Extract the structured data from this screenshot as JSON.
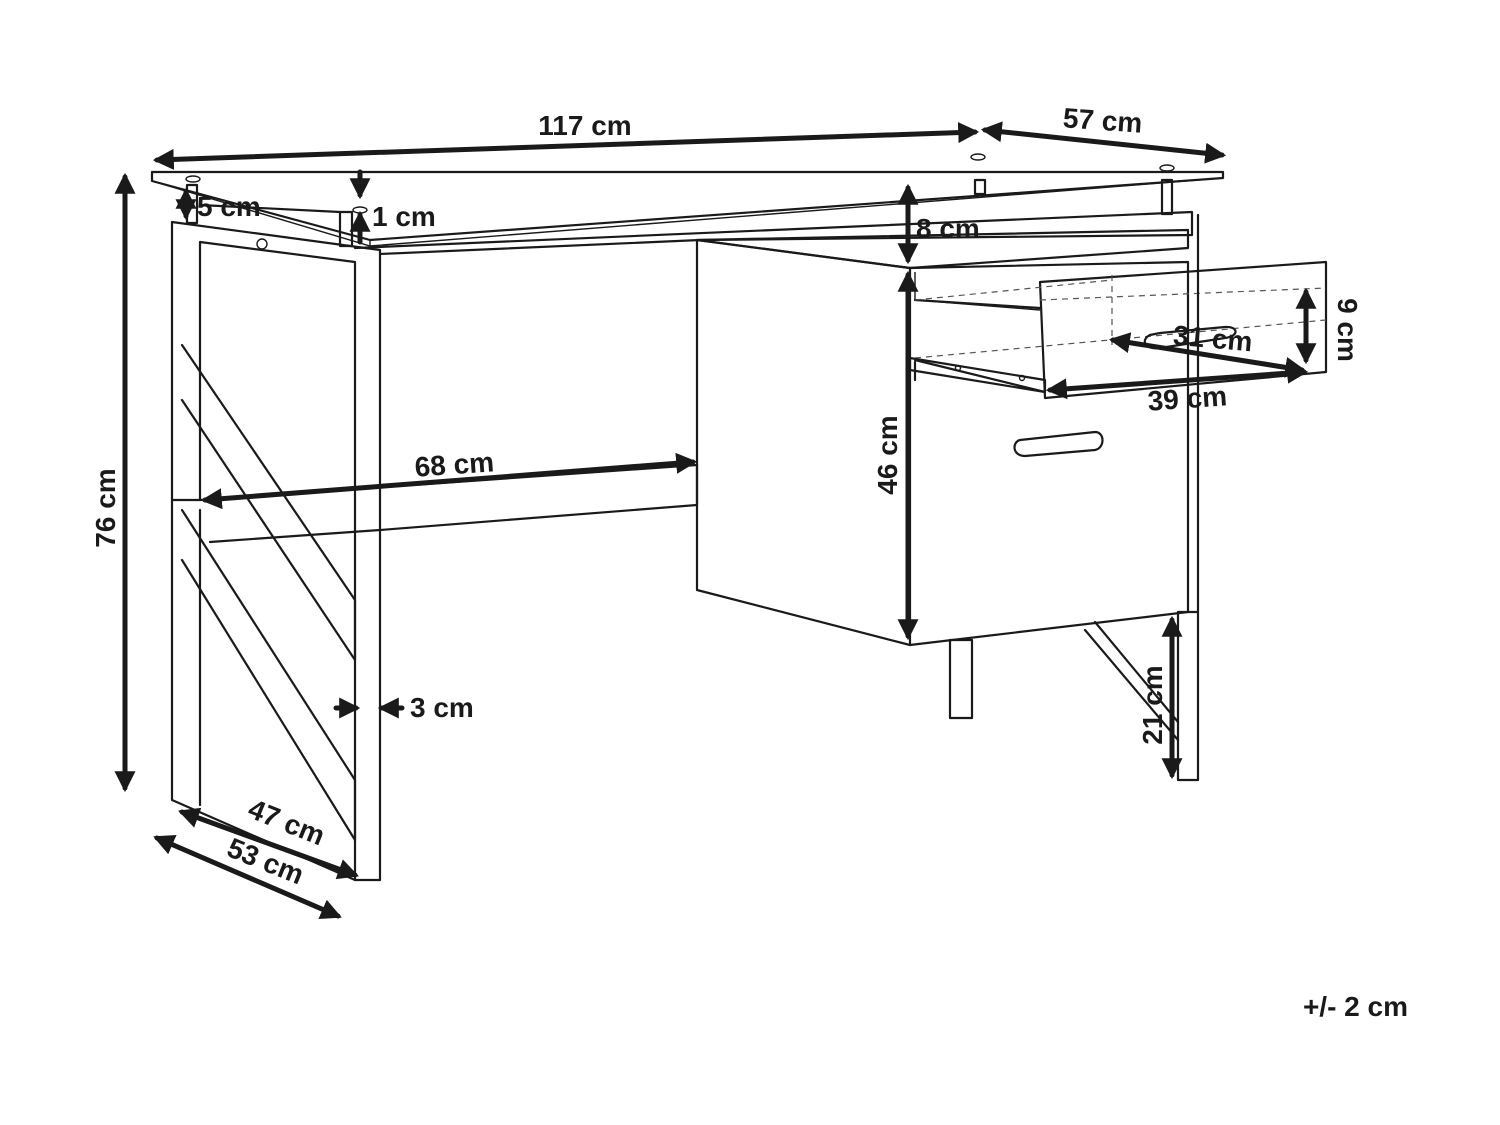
{
  "dimensions": {
    "width": "117 cm",
    "depth": "57 cm",
    "height": "76 cm",
    "top_thickness": "5 cm",
    "top_gap": "1 cm",
    "shelf_height": "8 cm",
    "leg_spacing": "68 cm",
    "cabinet_height": "46 cm",
    "drawer_depth_inner": "31 cm",
    "drawer_depth_outer": "39 cm",
    "drawer_height": "9 cm",
    "leg_width": "3 cm",
    "frame_depth_inner": "47 cm",
    "frame_depth_outer": "53 cm",
    "cabinet_clearance": "21 cm"
  },
  "tolerance": "+/- 2 cm"
}
